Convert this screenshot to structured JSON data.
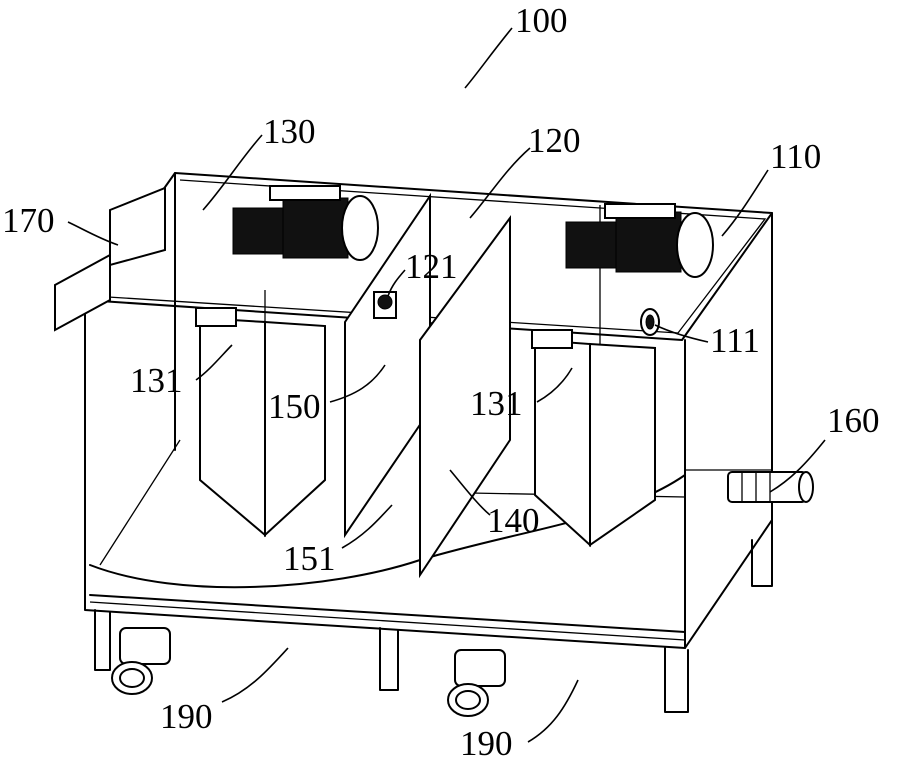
{
  "labels": {
    "l100": "100",
    "l130": "130",
    "l120": "120",
    "l110": "110",
    "l170": "170",
    "l121": "121",
    "l111": "111",
    "l131a": "131",
    "l150": "150",
    "l131b": "131",
    "l160": "160",
    "l140": "140",
    "l151": "151",
    "l190a": "190",
    "l190b": "190"
  }
}
